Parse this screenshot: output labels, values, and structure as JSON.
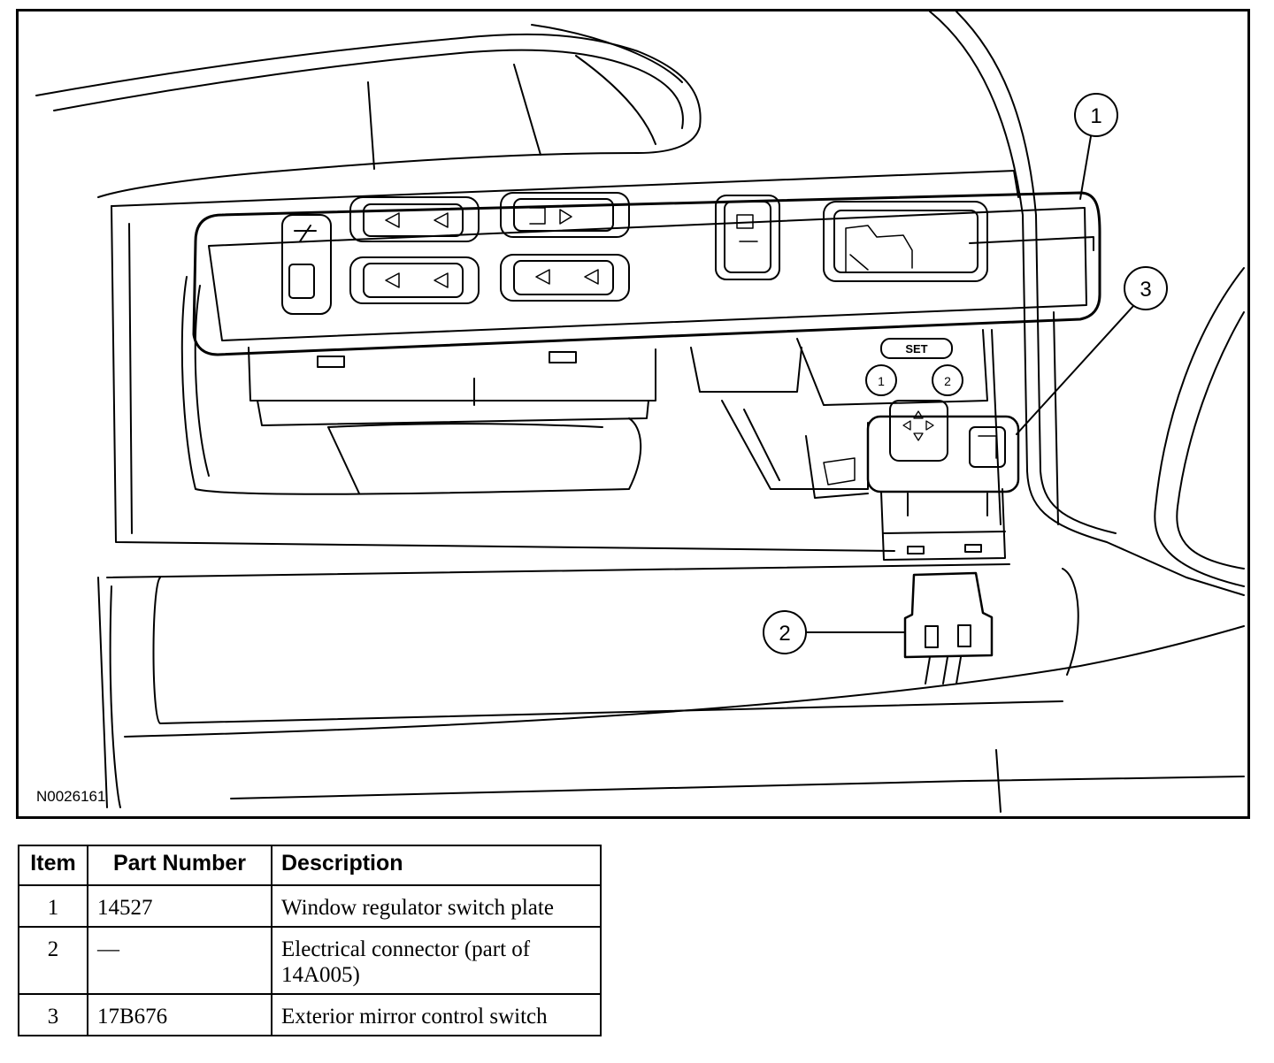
{
  "figure": {
    "id": "N0026161",
    "callouts": [
      {
        "number": "1",
        "target": "window regulator switch plate"
      },
      {
        "number": "2",
        "target": "electrical connector"
      },
      {
        "number": "3",
        "target": "exterior mirror control switch"
      }
    ],
    "switch_marks": {
      "set": "SET",
      "memory_1": "1",
      "memory_2": "2"
    }
  },
  "legend": {
    "headers": {
      "item": "Item",
      "part_number": "Part Number",
      "description": "Description"
    },
    "rows": [
      {
        "item": "1",
        "part_number": "14527",
        "description": "Window regulator switch plate"
      },
      {
        "item": "2",
        "part_number": "—",
        "description": "Electrical connector (part of 14A005)"
      },
      {
        "item": "3",
        "part_number": "17B676",
        "description": "Exterior mirror control switch"
      }
    ]
  }
}
